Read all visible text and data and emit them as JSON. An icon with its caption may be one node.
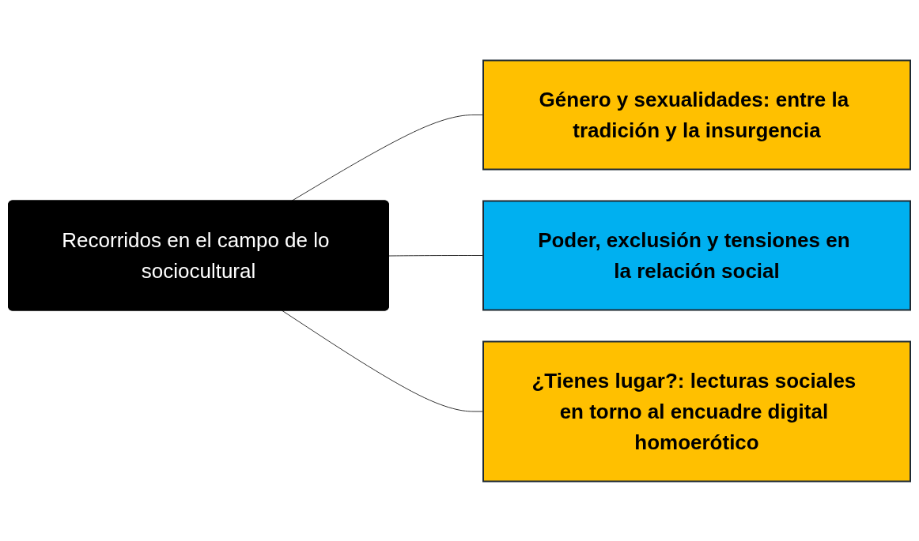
{
  "diagram": {
    "nodes": [
      {
        "text": [
          "Recorridos en el campo de lo sociocultural"
        ]
      },
      {
        "text": [
          "Género y sexualidades: entre la tradición y la insurgencia"
        ]
      },
      {
        "text": [
          "Poder, exclusión y tensiones en la relación social"
        ]
      },
      {
        "text": [
          "¿Tienes lugar?: lecturas sociales en torno al encuadre digital homoerótico"
        ]
      }
    ],
    "edges": [
      {
        "from": 0,
        "to": 1,
        "arrow": "none"
      },
      {
        "from": 0,
        "to": 2,
        "arrow": "none"
      },
      {
        "from": 0,
        "to": 3,
        "arrow": "none"
      }
    ]
  }
}
